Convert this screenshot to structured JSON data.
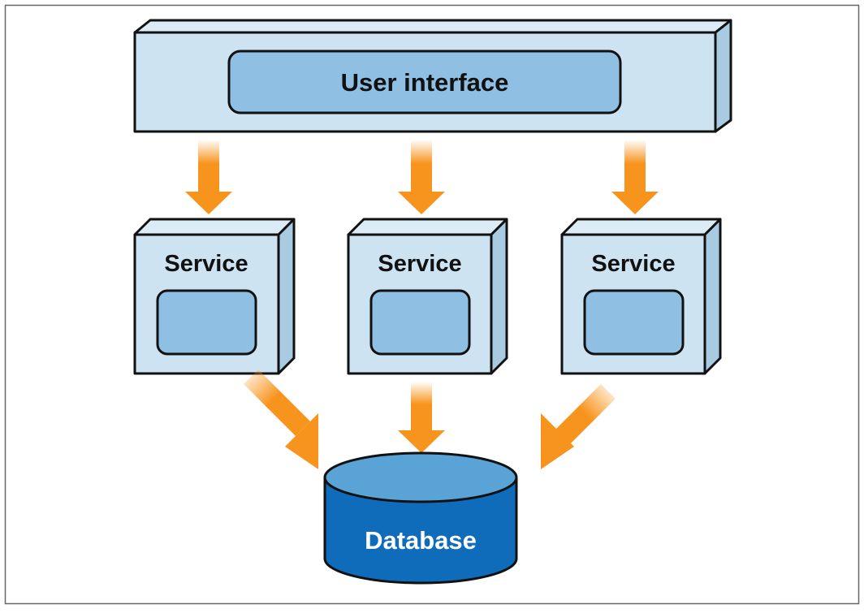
{
  "diagram": {
    "ui_label": "User interface",
    "services": [
      {
        "label": "Service"
      },
      {
        "label": "Service"
      },
      {
        "label": "Service"
      }
    ],
    "database_label": "Database"
  },
  "colors": {
    "frame_border": "#666666",
    "box_face": "#cde3f1",
    "box_side": "#a9cbe2",
    "inner_box": "#8fbfe2",
    "outline": "#111111",
    "arrow": "#f7941d",
    "db_body": "#0f6cba",
    "db_top": "#5aa3d6",
    "db_text": "#ffffff"
  },
  "icons": {
    "arrow": "down-arrow-icon",
    "diagonal_arrow": "diagonal-arrow-icon",
    "database": "database-cylinder-icon"
  }
}
